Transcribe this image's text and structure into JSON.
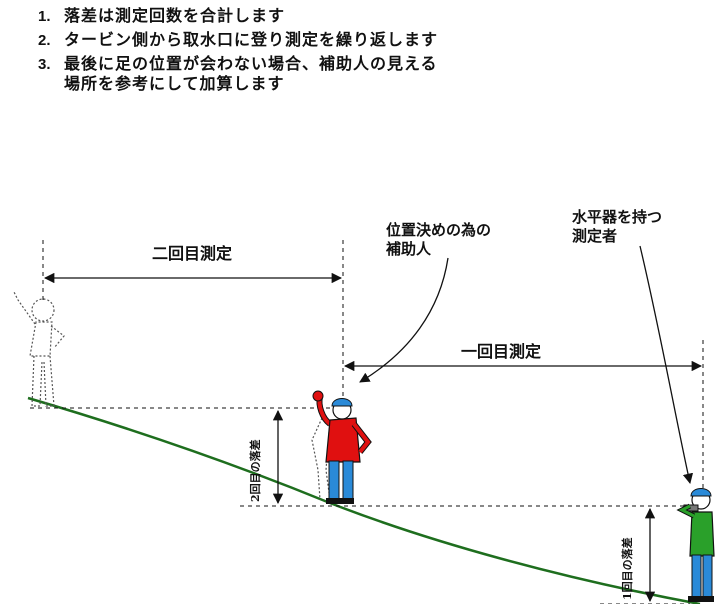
{
  "steps": [
    {
      "num": "1.",
      "lines": [
        "落差は測定回数を合計します"
      ]
    },
    {
      "num": "2.",
      "lines": [
        "タービン側から取水口に登り測定を繰り返します"
      ]
    },
    {
      "num": "3.",
      "lines": [
        "最後に足の位置が会わない場合、補助人の見える",
        "場所を参考にして加算します"
      ]
    }
  ],
  "diagram": {
    "second_measure_label": "二回目測定",
    "first_measure_label": "一回目測定",
    "assistant_label": [
      "位置決めの為の",
      "補助人"
    ],
    "surveyor_label": [
      "水平器を持つ",
      "測定者"
    ],
    "drop2_label": "2回目の落差",
    "drop1_label": "1回目の落差",
    "colors": {
      "ground": "#1e6e1e",
      "assistant_shirt": "#e01010",
      "surveyor_shirt": "#2aa02a",
      "pants": "#2a8ad8",
      "cap": "#2a8ad8"
    }
  }
}
